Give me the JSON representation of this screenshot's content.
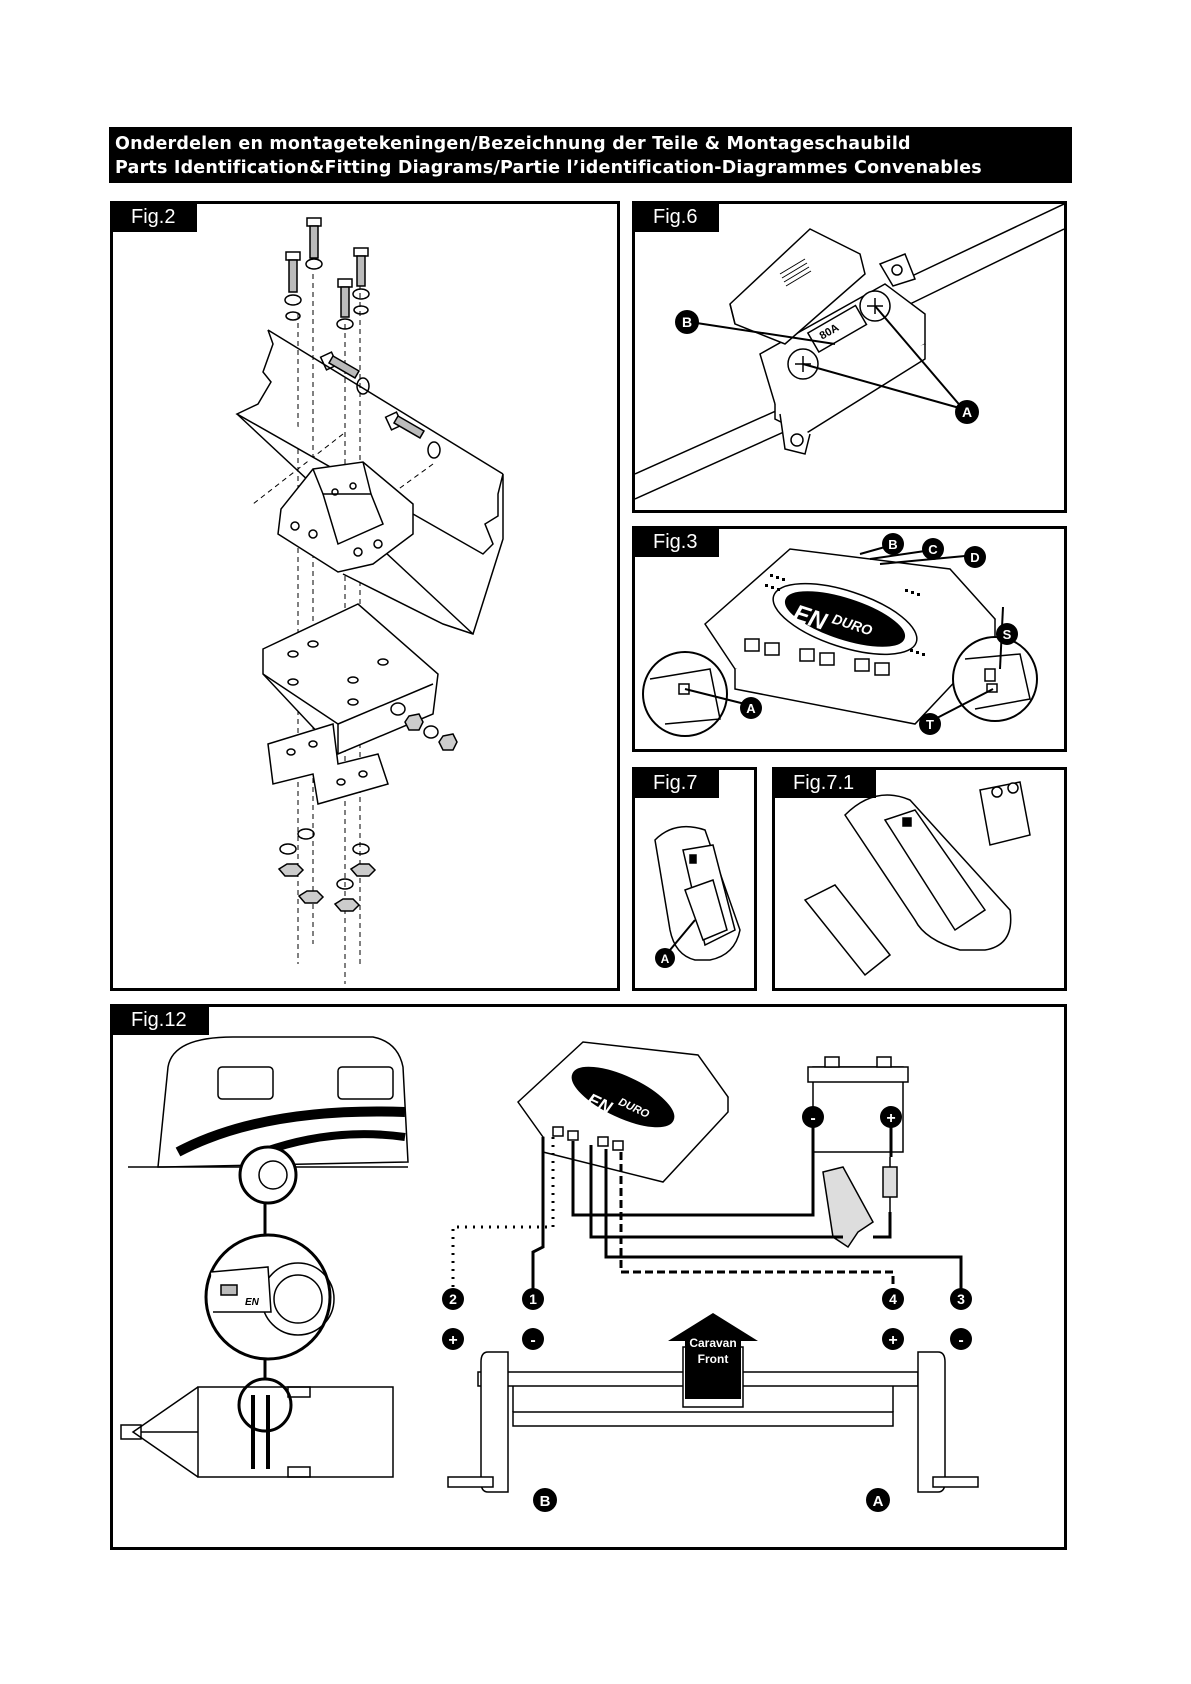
{
  "header": {
    "line1": "Onderdelen en montagetekeningen/Bezeichnung der Teile & Montageschaubild",
    "line2": "Parts Identification&Fitting Diagrams/Partie l’identification-Diagrammes Convenables"
  },
  "figures": {
    "fig2": {
      "label": "Fig.2"
    },
    "fig6": {
      "label": "Fig.6",
      "callouts": {
        "b": "B",
        "a": "A"
      },
      "fuse_rating": "80A"
    },
    "fig3": {
      "label": "Fig.3",
      "callouts": {
        "b": "B",
        "c": "C",
        "d": "D",
        "s": "S",
        "a": "A",
        "t": "T"
      },
      "brand_en": "EN",
      "brand_duro": "DURO"
    },
    "fig7": {
      "label": "Fig.7",
      "callouts": {
        "a": "A"
      }
    },
    "fig71": {
      "label": "Fig.7.1"
    },
    "fig12": {
      "label": "Fig.12",
      "brand_en": "EN",
      "brand_duro": "DURO",
      "battery_minus": "-",
      "battery_plus": "+",
      "wire_numbers": {
        "w1": "1",
        "w2": "2",
        "w3": "3",
        "w4": "4"
      },
      "wire_polarity": {
        "w1": "-",
        "w2": "+",
        "w3": "-",
        "w4": "+"
      },
      "direction": {
        "line1": "Caravan",
        "line2": "Front"
      },
      "wheel_labels": {
        "left": "B",
        "right": "A"
      },
      "inset_brand": "EN"
    }
  },
  "colors": {
    "ink": "#000000",
    "paper": "#ffffff",
    "grey": "#d0d0d0"
  }
}
